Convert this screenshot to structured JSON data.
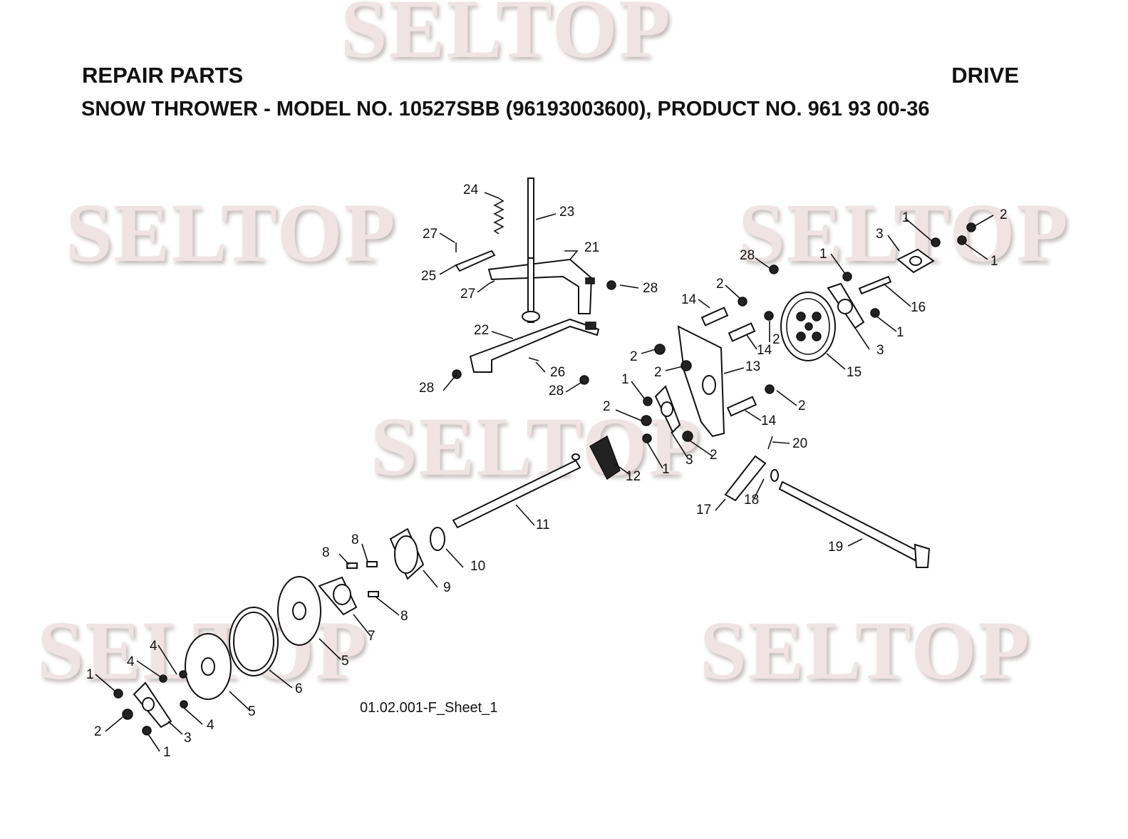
{
  "header": {
    "left_title": "REPAIR PARTS",
    "right_title": "DRIVE",
    "subtitle_prefix": "SNOW THROWER - MODEL NO. ",
    "model_no": "10527SBB",
    "subtitle_suffix": " (96193003600), PRODUCT NO. 961 93 00-36"
  },
  "watermark": {
    "text": "SELTOP"
  },
  "diagram": {
    "sheet_id": "01.02.001-F_Sheet_1",
    "callouts": [
      "1",
      "2",
      "3",
      "4",
      "5",
      "6",
      "7",
      "8",
      "9",
      "10",
      "11",
      "12",
      "13",
      "14",
      "15",
      "16",
      "17",
      "18",
      "19",
      "20",
      "21",
      "22",
      "23",
      "24",
      "25",
      "26",
      "27",
      "28"
    ]
  }
}
